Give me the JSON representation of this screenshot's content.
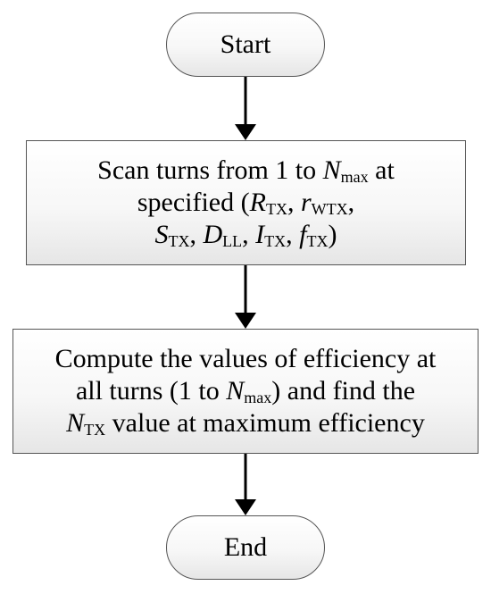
{
  "flowchart": {
    "start": {
      "label": "Start"
    },
    "scan": {
      "l1_a": "Scan turns from 1 to ",
      "l1_var": "N",
      "l1_sub": "max",
      "l1_b": " at",
      "l2_a": "specified (",
      "l2_v1": "R",
      "l2_s1": "TX",
      "l2_sep1": ", ",
      "l2_v2": "r",
      "l2_s2": "WTX",
      "l2_b": ",",
      "l3_v1": "S",
      "l3_s1": "TX",
      "l3_sep1": ", ",
      "l3_v2": "D",
      "l3_s2": "LL",
      "l3_sep2": ", ",
      "l3_v3": "I",
      "l3_s3": "TX",
      "l3_sep3": ", ",
      "l3_v4": "f",
      "l3_s4": "TX",
      "l3_b": ")"
    },
    "compute": {
      "l1": "Compute the values of efficiency at",
      "l2_a": "all turns (1 to ",
      "l2_var": "N",
      "l2_sub": "max",
      "l2_b": ") and find the",
      "l3_var": "N",
      "l3_sub": "TX",
      "l3_b": " value at maximum efficiency"
    },
    "end": {
      "label": "End"
    }
  }
}
